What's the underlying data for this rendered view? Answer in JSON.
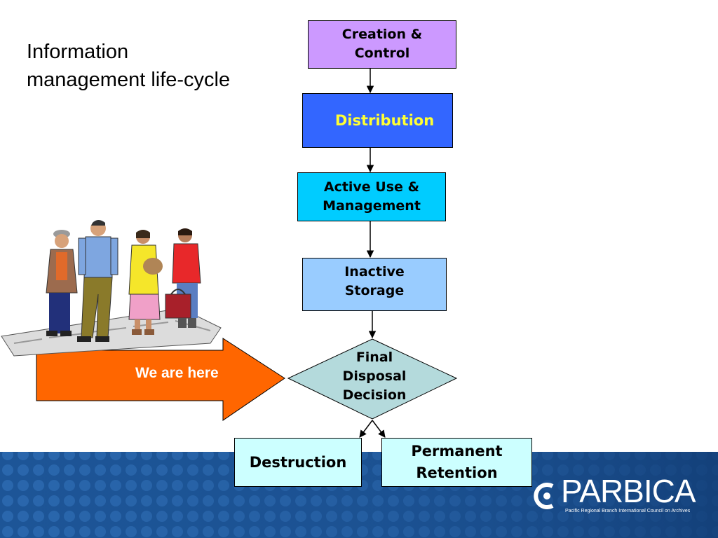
{
  "title": "Information\nmanagement life-cycle",
  "nodes": {
    "creation": "Creation &\nControl",
    "distribution": "Distribution",
    "active": "Active Use &\nManagement",
    "inactive": "Inactive\nStorage",
    "decision": "Final\nDisposal\nDecision",
    "destruction": "Destruction",
    "retention": "Permanent\nRetention"
  },
  "pointer_label": "We are here",
  "logo": {
    "name": "PARBICA",
    "tagline": "Pacific Regional Branch International Council on Archives"
  },
  "colors": {
    "creation": "#cc99ff",
    "distribution": "#3366ff",
    "distribution_text": "#ffff33",
    "active": "#00ccff",
    "inactive": "#99ccff",
    "decision": "#b4dadc",
    "outcome": "#ccffff",
    "pointer": "#ff6600",
    "band": "#1c4f8f"
  }
}
